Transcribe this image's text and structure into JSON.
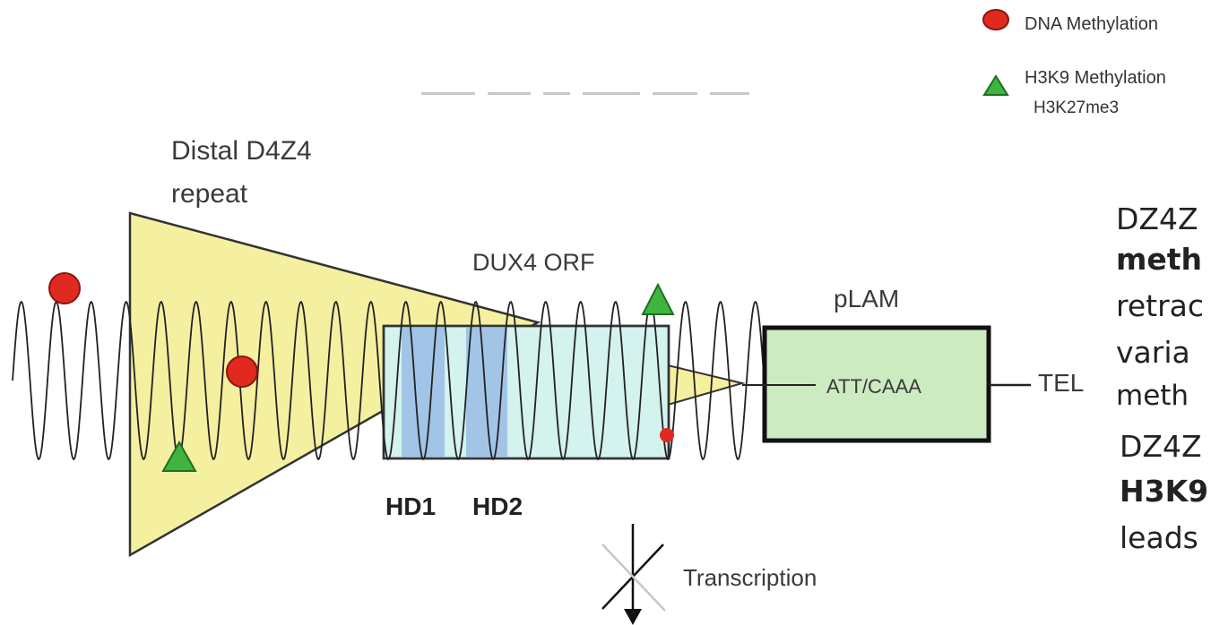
{
  "legend": {
    "dna_methylation": "DNA Methylation",
    "h3k9_methylation": "H3K9 Methylation",
    "h3k27": "H3K27me3"
  },
  "labels": {
    "distal_line1": "Distal D4Z4",
    "distal_line2": "repeat",
    "dux4": "DUX4 ORF",
    "plam": "pLAM",
    "att": "ATT/CAAA",
    "tel": "TEL",
    "hd1": "HD1",
    "hd2": "HD2",
    "transcription": "Transcription"
  },
  "side_text": {
    "line1": "DZ4Z",
    "line2": "meth",
    "line3": "retrac",
    "line4": "varia",
    "line5": "meth",
    "line6": "DZ4Z",
    "line7": "H3K9",
    "line8": "leads"
  },
  "colors": {
    "triangle_fill": "#f5f0a0",
    "orf_fill": "#d4f2ee",
    "hd_fill": "#9cc0e6",
    "plam_fill": "#cdebc0",
    "dna_dot": "#e02a20",
    "h3k9_tri": "#3fb43f"
  }
}
